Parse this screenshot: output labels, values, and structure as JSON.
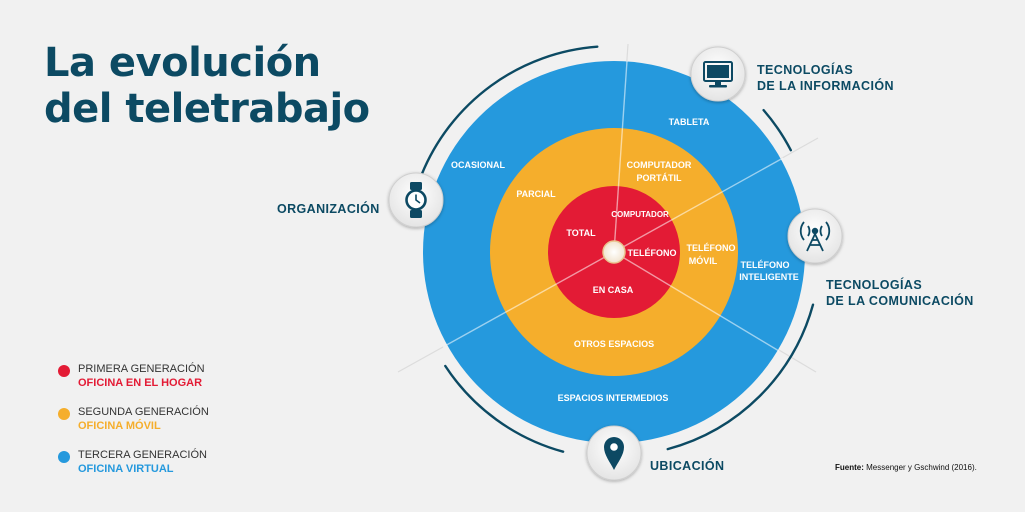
{
  "title": {
    "line1": "La evolución",
    "line2": "del teletrabajo"
  },
  "colors": {
    "title": "#0c4a63",
    "first_generation": "#e31b35",
    "second_generation": "#f5ae2c",
    "third_generation": "#2599dd",
    "dimension_label": "#0c4a63"
  },
  "legend": [
    {
      "line1": "PRIMERA GENERACIÓN",
      "line2": "OFICINA EN EL HOGAR",
      "color": "#e31b35"
    },
    {
      "line1": "SEGUNDA GENERACIÓN",
      "line2": "OFICINA MÓVIL",
      "color": "#f5ae2c"
    },
    {
      "line1": "TERCERA GENERACIÓN",
      "line2": "OFICINA VIRTUAL",
      "color": "#2599dd"
    }
  ],
  "dimensions": {
    "info_tech": {
      "line1": "TECNOLOGÍAS",
      "line2": "DE LA INFORMACIÓN",
      "icon": "computer-monitor-icon"
    },
    "comm_tech": {
      "line1": "TECNOLOGÍAS",
      "line2": "DE LA COMUNICACIÓN",
      "icon": "antenna-tower-icon"
    },
    "organization": {
      "label": "ORGANIZACIÓN",
      "icon": "wristwatch-icon"
    },
    "location": {
      "label": "UBICACIÓN",
      "icon": "map-pin-icon"
    }
  },
  "rings": {
    "inner": {
      "total": "TOTAL",
      "computer": "COMPUTADOR",
      "phone": "TELÉFONO",
      "home": "EN CASA"
    },
    "middle": {
      "partial": "PARCIAL",
      "laptop1": "COMPUTADOR",
      "laptop2": "PORTÁTIL",
      "mobile1": "TELÉFONO",
      "mobile2": "MÓVIL",
      "other": "OTROS ESPACIOS"
    },
    "outer": {
      "occasional": "OCASIONAL",
      "tablet": "TABLETA",
      "smart1": "TELÉFONO",
      "smart2": "INTELIGENTE",
      "intermediate": "ESPACIOS INTERMEDIOS"
    }
  },
  "source": {
    "label": "Fuente:",
    "text": "Messenger y Gschwind (2016)."
  }
}
